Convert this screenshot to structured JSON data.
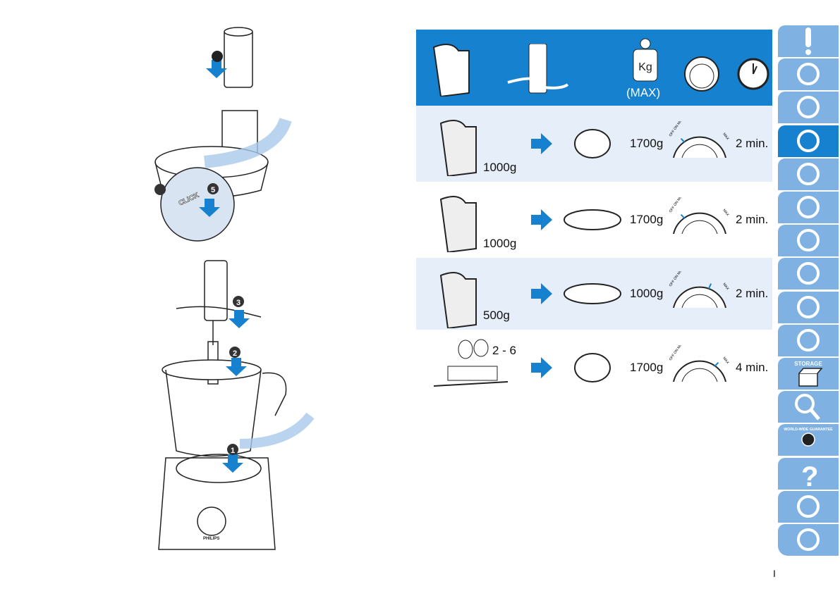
{
  "header": {
    "weight_label": "(MAX)",
    "weight_unit": "Kg",
    "icons": [
      "flour-bag-icon",
      "kneading-blade-icon",
      "weight-icon",
      "speed-dial-icon",
      "clock-icon"
    ]
  },
  "rows": [
    {
      "ingredient": "1000g",
      "result_icon": "bread-icon",
      "weight": "1700g",
      "time": "2 min.",
      "speed_level": 0.15
    },
    {
      "ingredient": "1000g",
      "result_icon": "pizza-icon",
      "weight": "1700g",
      "time": "2 min.",
      "speed_level": 0.15
    },
    {
      "ingredient": "500g",
      "result_icon": "pie-icon",
      "weight": "1000g",
      "time": "2 min.",
      "speed_level": 0.7
    },
    {
      "ingredient": "2 - 6",
      "result_icon": "cake-icon",
      "weight": "1700g",
      "time": "4 min.",
      "speed_level": 0.85
    }
  ],
  "dial_labels": {
    "off_on_min": "OFF ON MIN",
    "max": "MAX"
  },
  "illustration": {
    "steps": [
      "1",
      "2",
      "3",
      "5"
    ],
    "click_label": "CLICK",
    "brand": "PHILIPS"
  },
  "sidebar": {
    "tabs": [
      "important-icon",
      "unlock-icon",
      "kneading-blade-icon",
      "kneading-blade-icon-active",
      "disc-icon",
      "blade-holder-icon",
      "citrus-press-icon",
      "food-processor-icon",
      "jug-icon",
      "tap-icon",
      "storage-icon",
      "magnifier-icon",
      "guarantee-icon",
      "question-icon",
      "disposal-icon",
      "manual-icon"
    ],
    "active_index": 3,
    "storage_label": "STORAGE",
    "guarantee_label": "WORLD-WIDE GUARANTEE"
  },
  "page_number": "I",
  "colors": {
    "header_blue": "#1681cf",
    "row_light": "#e6eef9",
    "tab_light": "#7fb1e3",
    "arrow": "#1681cf"
  }
}
